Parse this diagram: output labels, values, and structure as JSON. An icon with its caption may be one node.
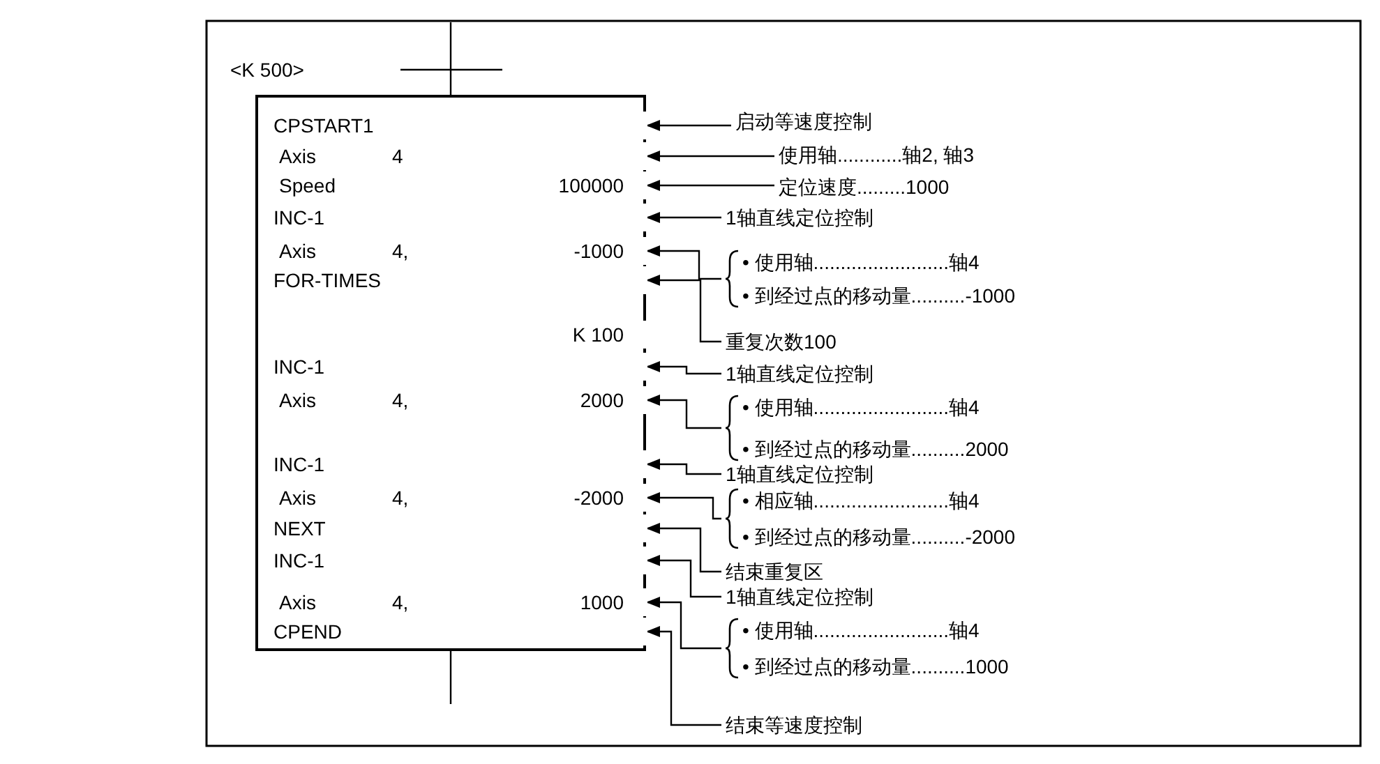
{
  "diagram": {
    "nodes": [
      {
        "text": [],
        "shape": "box"
      },
      {
        "text": [
          "CPSTART1"
        ],
        "in": 0
      },
      {
        "text": [
          "Axis",
          "4"
        ],
        "in": 0
      },
      {
        "text": [
          "Speed",
          "100000"
        ],
        "in": 0
      },
      {
        "text": [
          "INC-1"
        ],
        "in": 0
      },
      {
        "text": [
          "Axis",
          "4,",
          "-1000"
        ],
        "in": 0
      },
      {
        "text": [
          "FOR-TIMES"
        ],
        "in": 0
      },
      {
        "text": [
          "K 100"
        ],
        "in": 0
      },
      {
        "text": [
          "INC-1"
        ],
        "in": 0
      },
      {
        "text": [
          "Axis",
          "4,",
          "2000"
        ],
        "in": 0
      },
      {
        "text": [
          "INC-1"
        ],
        "in": 0
      },
      {
        "text": [
          "Axis",
          "4,",
          "-2000"
        ],
        "in": 0
      },
      {
        "text": [
          "NEXT"
        ],
        "in": 0
      },
      {
        "text": [
          "INC-1"
        ],
        "in": 0
      },
      {
        "text": [
          "Axis",
          "4,",
          "1000"
        ],
        "in": 0
      },
      {
        "text": [
          "CPEND"
        ],
        "in": 0
      },
      {
        "text": [
          "启动等速度控制"
        ]
      },
      {
        "text": [
          "使用轴............轴2, 轴3"
        ]
      },
      {
        "text": [
          "定位速度.........1000"
        ]
      },
      {
        "text": [
          "1轴直线定位控制"
        ]
      },
      {
        "text": [
          "• 使用轴.........................轴4",
          "• 到经过点的移动量..........-1000"
        ]
      },
      {
        "text": [
          "重复次数100"
        ]
      },
      {
        "text": [
          "1轴直线定位控制"
        ]
      },
      {
        "text": [
          "• 使用轴.........................轴4",
          "• 到经过点的移动量..........2000"
        ]
      },
      {
        "text": [
          "1轴直线定位控制"
        ]
      },
      {
        "text": [
          "• 相应轴.........................轴4",
          "• 到经过点的移动量..........-2000"
        ]
      },
      {
        "text": [
          "结束重复区"
        ]
      },
      {
        "text": [
          "1轴直线定位控制"
        ]
      },
      {
        "text": [
          "• 使用轴.........................轴4",
          "• 到经过点的移动量..........1000"
        ]
      },
      {
        "text": [
          "结束等速度控制"
        ]
      }
    ],
    "edges": [
      {
        "from": 16,
        "to": 1,
        "arrow": "to"
      },
      {
        "from": 17,
        "to": 2,
        "arrow": "to"
      },
      {
        "from": 18,
        "to": 3,
        "arrow": "to"
      },
      {
        "from": 19,
        "to": 4,
        "arrow": "to"
      },
      {
        "from": 20,
        "to": 5,
        "arrow": "to"
      },
      {
        "from": 21,
        "to": 6,
        "arrow": "to"
      },
      {
        "from": 22,
        "to": 8,
        "arrow": "to"
      },
      {
        "from": 23,
        "to": 9,
        "arrow": "to"
      },
      {
        "from": 24,
        "to": 10,
        "arrow": "to"
      },
      {
        "from": 25,
        "to": 11,
        "arrow": "to"
      },
      {
        "from": 26,
        "to": 12,
        "arrow": "to"
      },
      {
        "from": 27,
        "to": 13,
        "arrow": "to"
      },
      {
        "from": 28,
        "to": 14,
        "arrow": "to"
      },
      {
        "from": 29,
        "to": 15,
        "arrow": "to"
      }
    ],
    "labels": [
      "<K 500>"
    ]
  }
}
